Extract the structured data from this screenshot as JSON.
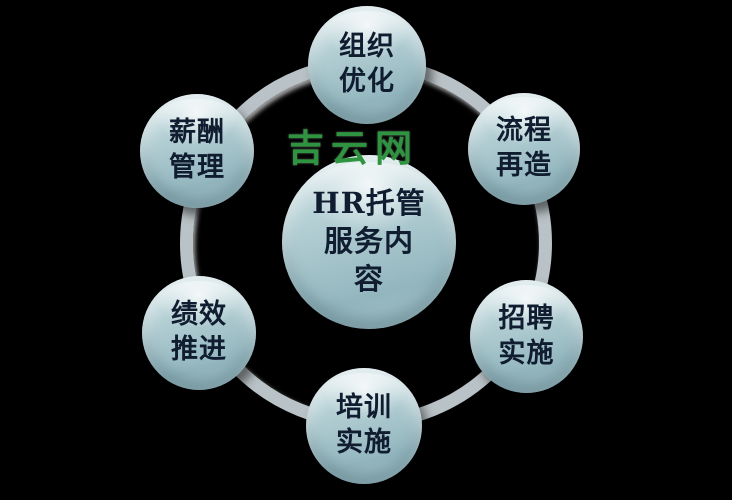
{
  "title": "HR托管服务内容",
  "watermark": {
    "text": "吉云网",
    "color": "#2e9440"
  },
  "center": {
    "label": "HR托管服务内容",
    "lines": [
      "HR托管",
      "服务内",
      "容"
    ]
  },
  "nodes": [
    {
      "name": "organization-optimization",
      "label": "组织优化",
      "lines": [
        "组织",
        "优化"
      ]
    },
    {
      "name": "process-reengineering",
      "label": "流程再造",
      "lines": [
        "流程",
        "再造"
      ]
    },
    {
      "name": "recruitment-implementation",
      "label": "招聘实施",
      "lines": [
        "招聘",
        "实施"
      ]
    },
    {
      "name": "training-implementation",
      "label": "培训实施",
      "lines": [
        "培训",
        "实施"
      ]
    },
    {
      "name": "performance-advancement",
      "label": "绩效推进",
      "lines": [
        "绩效",
        "推进"
      ]
    },
    {
      "name": "compensation-management",
      "label": "薪酬管理",
      "lines": [
        "薪酬",
        "管理"
      ]
    }
  ],
  "colors": {
    "background": "#000000",
    "node_fill": "#a9c8ce",
    "node_text": "#101c30",
    "ring": "#b9c2c6",
    "watermark_green": "#2e9440"
  }
}
